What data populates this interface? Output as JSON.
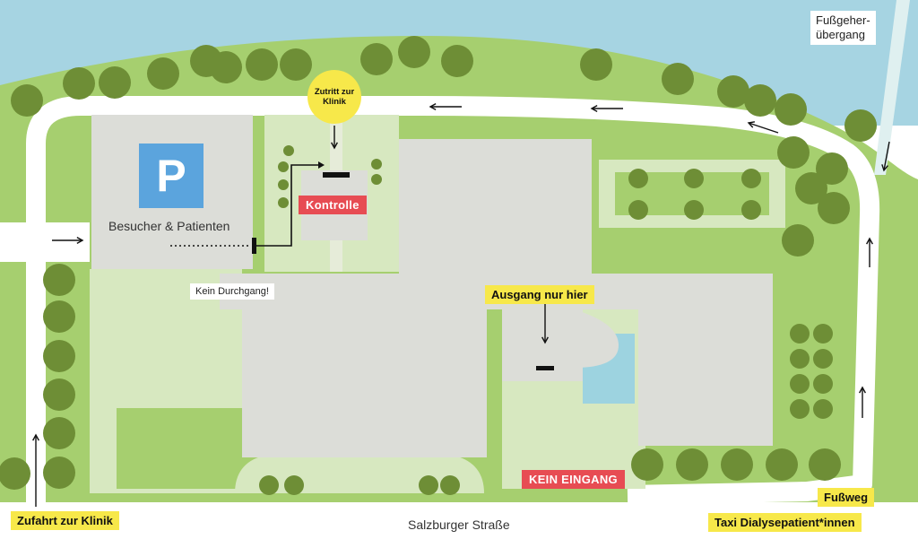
{
  "colors": {
    "water": "#a6d4e2",
    "grass": "#a6cf6f",
    "grass_light": "#d7e8c0",
    "building": "#dcddd8",
    "road": "#ffffff",
    "tree": "#6e8e36",
    "pool": "#9dd3e0",
    "parking_sign": "#5ba4dd",
    "label_yellow": "#f7e84a",
    "label_red": "#e74c53"
  },
  "icons": {
    "parking": "parking-sign-icon",
    "arrow": "arrow-icon",
    "door": "door-marker-icon",
    "tree": "tree-icon"
  },
  "labels": {
    "parking_letter": "P",
    "visitors": "Besucher & Patienten",
    "no_passage": "Kein Durchgang!",
    "access": "Zutritt zur Klinik",
    "control": "Kontrolle",
    "exit_only": "Ausgang nur hier",
    "no_entry": "KEIN EINGANG",
    "pedestrian_crossing": "Fußgeher-\nübergang",
    "street": "Salzburger Straße",
    "clinic_access": "Zufahrt zur Klinik",
    "footpath": "Fußweg",
    "taxi": "Taxi Dialysepatient*innen"
  }
}
